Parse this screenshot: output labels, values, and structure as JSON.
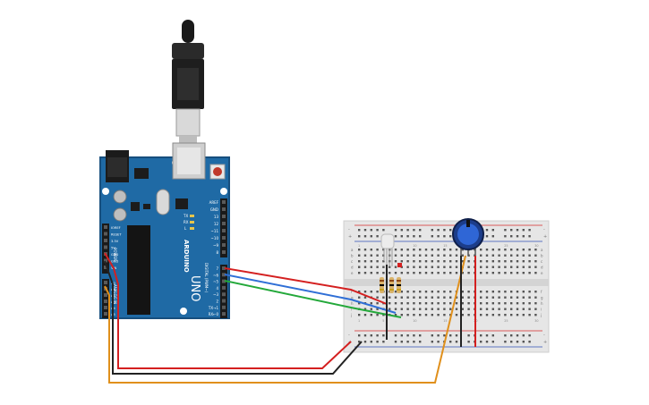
{
  "arduino": {
    "brand": "ARDUINO",
    "model": "UNO",
    "power_label": "POWER",
    "analog_label": "ANALOG IN",
    "digital_label": "DIGITAL (PWM~)",
    "left_pins": [
      "IOREF",
      "RESET",
      "3.3V",
      "5V",
      "GND",
      "GND",
      "VIN"
    ],
    "analog_pins": [
      "A0",
      "A1",
      "A2",
      "A3",
      "A4",
      "A5"
    ],
    "digital_pins_top": [
      "AREF",
      "GND",
      "13",
      "12",
      "~11",
      "~10",
      "~9",
      "8"
    ],
    "digital_pins_bottom": [
      "7",
      "~6",
      "~5",
      "4",
      "~3",
      "2",
      "TX→1",
      "RX←0"
    ],
    "tx_label": "TX",
    "rx_label": "RX",
    "l_label": "L"
  },
  "breadboard": {
    "row_letters_top": [
      "a",
      "b",
      "c",
      "d",
      "e"
    ],
    "row_letters_bottom": [
      "f",
      "g",
      "h",
      "i",
      "j"
    ],
    "plus": "+",
    "minus": "-",
    "column_numbers": [
      "1",
      "5",
      "10",
      "15",
      "20",
      "25",
      "30"
    ]
  },
  "colors": {
    "board": "#1f6aa5",
    "board_dark": "#174f7e",
    "wire_red": "#d42020",
    "wire_blue": "#2f6fd6",
    "wire_green": "#23a83a",
    "wire_black": "#222222",
    "wire_orange": "#e0901c",
    "breadboard": "#e6e6e6",
    "rail_red": "#d62a2a",
    "rail_blue": "#2f4fb5"
  }
}
